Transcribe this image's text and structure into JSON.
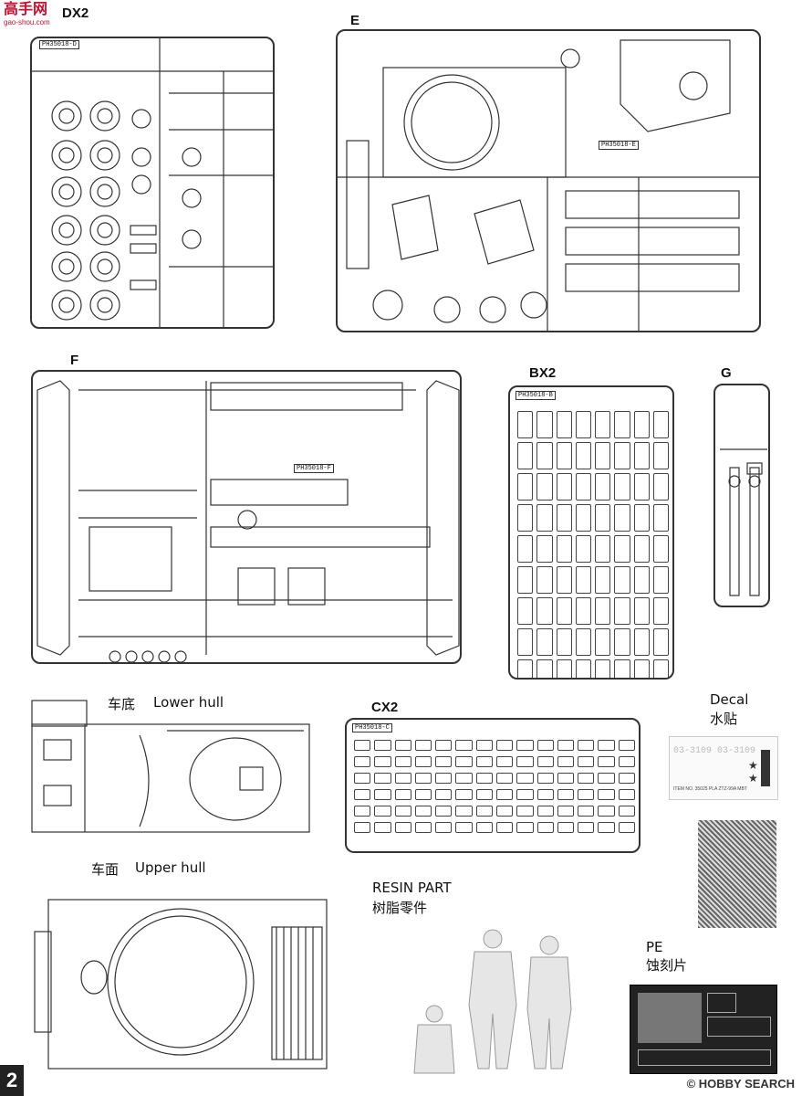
{
  "watermark_logo": {
    "text": "高手网",
    "sub": "gao-shou.com"
  },
  "sprues": {
    "d": {
      "label": "DX2",
      "code": "PH35018-D"
    },
    "e": {
      "label": "E",
      "code": "PH35018-E"
    },
    "f": {
      "label": "F",
      "code": "PH35018-F"
    },
    "b": {
      "label": "BX2",
      "code": "PH35018-B"
    },
    "g": {
      "label": "G"
    },
    "c": {
      "label": "CX2",
      "code": "PH35018-C"
    }
  },
  "lower_hull": {
    "zh": "车底",
    "en": "Lower hull"
  },
  "upper_hull": {
    "zh": "车面",
    "en": "Upper hull"
  },
  "decal": {
    "en": "Decal",
    "zh": "水贴",
    "number_strip": "03-3109 03-3109",
    "item_text": "ITEM NO. 35025 PLA ZTZ-99A MBT"
  },
  "resin": {
    "en": "RESIN PART",
    "zh": "树脂零件"
  },
  "pe": {
    "en": "PE",
    "zh": "蚀刻片"
  },
  "page_number": "2",
  "footer_watermark": "© HOBBY SEARCH"
}
